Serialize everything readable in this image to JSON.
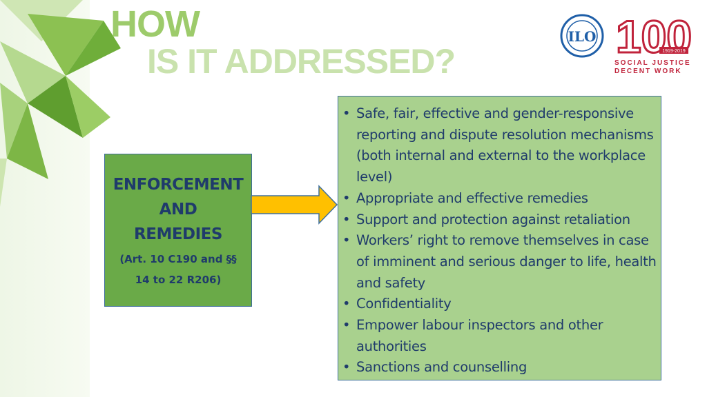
{
  "title": {
    "line1": "HOW",
    "line2": "IS IT ADDRESSED?"
  },
  "logo": {
    "emblem_text": "ILO",
    "anniversary_number": "100",
    "years": "1919-2019",
    "tagline_1": "SOCIAL JUSTICE",
    "tagline_2": "DECENT WORK"
  },
  "left_box": {
    "line1": "ENFORCEMENT",
    "line2": "AND",
    "line3": "REMEDIES",
    "ref1": "(Art. 10 C190 and §§",
    "ref2": "14 to 22 R206)"
  },
  "right_box": {
    "items": [
      "Safe, fair, effective and gender-responsive reporting and dispute resolution mechanisms (both internal and external to the workplace level)",
      "Appropriate and effective remedies",
      "Support and protection against retaliation",
      "Workers’ right to remove themselves in case of imminent and serious danger to life, health and safety",
      "Confidentiality",
      "Empower labour inspectors and other authorities",
      "Sanctions and counselling"
    ]
  },
  "colors": {
    "title_primary": "#9dcb6b",
    "title_secondary": "#c9e2ad",
    "left_box_fill": "#6aaa48",
    "right_box_fill": "#a9d18e",
    "text_navy": "#1f3b6b",
    "arrow_fill": "#ffc000",
    "logo_red": "#c0233b",
    "logo_blue": "#1f5fa8"
  }
}
